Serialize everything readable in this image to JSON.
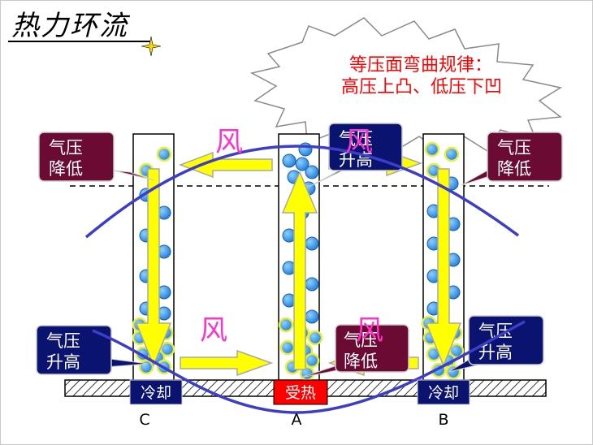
{
  "title": "热力环流",
  "callout": {
    "line1": "等压面弯曲规律：",
    "line2": "高压上凸、低压下凹"
  },
  "labels": {
    "pressure_low_1": "气压",
    "pressure_low_2": "降低",
    "pressure_high_1": "气压",
    "pressure_high_2": "升高",
    "wind": "风",
    "cooling": "冷却",
    "heating": "受热",
    "point_a": "A",
    "point_b": "B",
    "point_c": "C"
  },
  "colors": {
    "pressure_low_box": "#6b0a33",
    "pressure_high_box": "#0a1470",
    "arrow": "#ffff00",
    "arrow_outline": "#b7b7b7",
    "isobar": "#3d3dc8",
    "wind_text": "#ff33cc",
    "callout_text": "#ff0000",
    "molecule": "#2e8ee8",
    "heating_box": "#ff0000",
    "cooling_box": "#0a1470"
  }
}
